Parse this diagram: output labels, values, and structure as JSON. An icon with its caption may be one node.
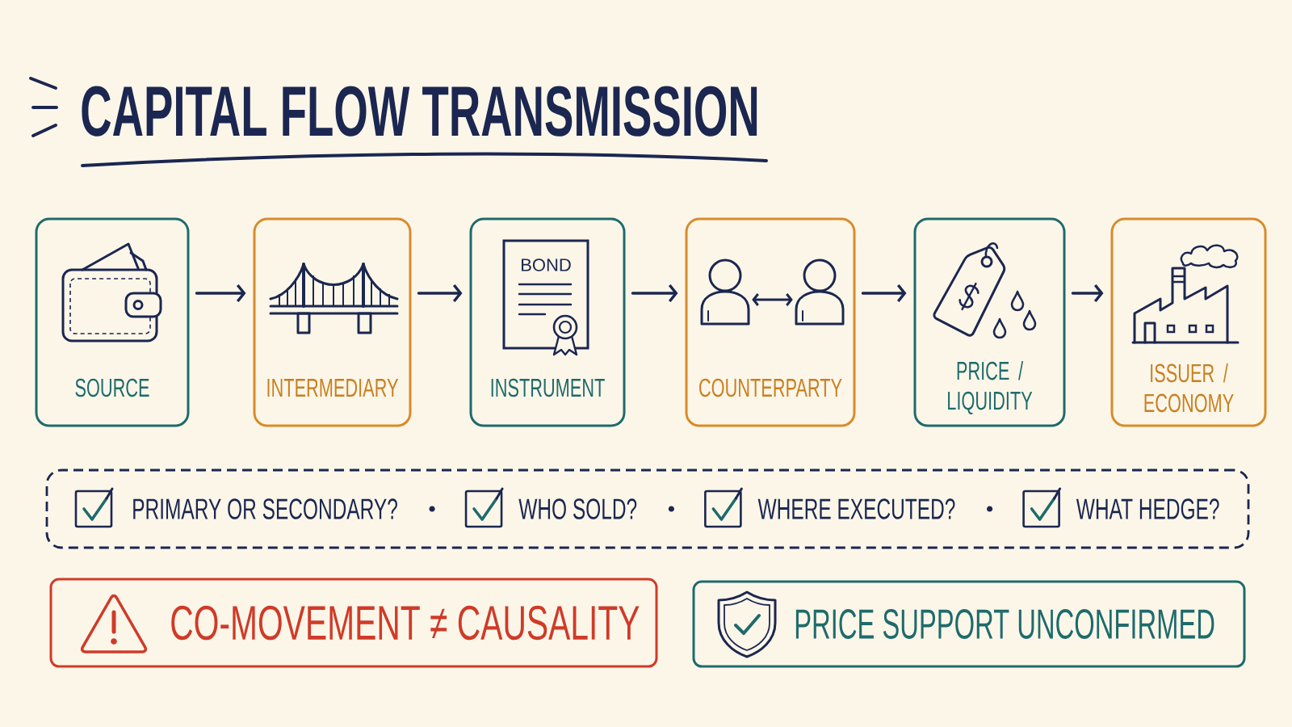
{
  "diagram": {
    "title": "CAPITAL FLOW TRANSMISSION",
    "nodes": [
      {
        "text": [
          "SOURCE"
        ]
      },
      {
        "text": [
          "INTERMEDIARY"
        ]
      },
      {
        "text": [
          "INSTRUMENT"
        ]
      },
      {
        "text": [
          "BOND"
        ],
        "in": 2
      },
      {
        "text": [
          "COUNTERPARTY"
        ]
      },
      {
        "text": [],
        "shape": "person",
        "in": 4
      },
      {
        "text": [],
        "shape": "person",
        "in": 4
      },
      {
        "text": [
          "PRICE / LIQUIDITY"
        ]
      },
      {
        "text": [
          "ISSUER / ECONOMY"
        ]
      },
      {
        "text": [
          "PRIMARY OR SECONDARY?",
          "WHO SOLD?",
          "WHERE EXECUTED?",
          "WHAT HEDGE?"
        ]
      },
      {
        "text": [
          "CO-MOVEMENT ≠ CAUSALITY"
        ]
      },
      {
        "text": [
          "PRICE SUPPORT UNCONFIRMED"
        ]
      }
    ],
    "edges": [
      {
        "from": 0,
        "to": 1,
        "arrow": "to"
      },
      {
        "from": 1,
        "to": 2,
        "arrow": "to"
      },
      {
        "from": 2,
        "to": 4,
        "arrow": "to"
      },
      {
        "from": 4,
        "to": 7,
        "arrow": "to"
      },
      {
        "from": 7,
        "to": 8,
        "arrow": "to"
      },
      {
        "from": 5,
        "to": 6,
        "arrow": "both"
      }
    ]
  }
}
